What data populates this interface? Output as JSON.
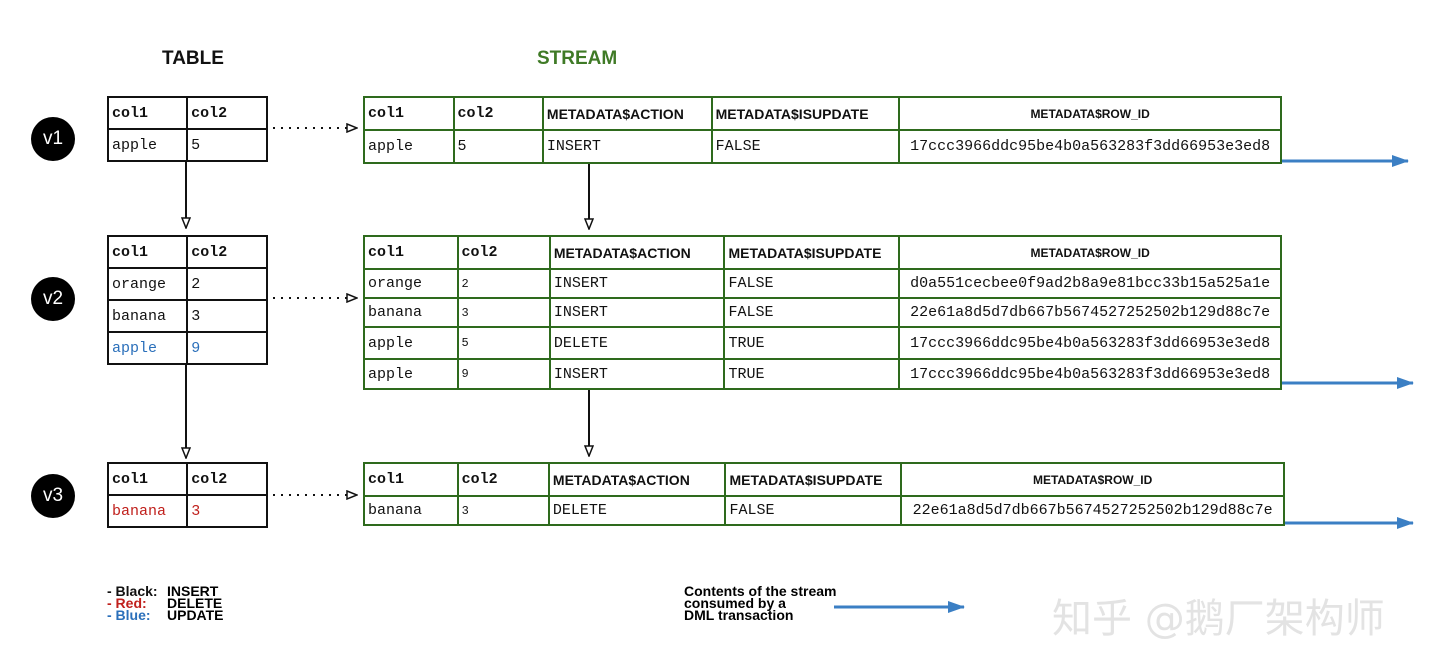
{
  "headings": {
    "table": "TABLE",
    "stream": "STREAM"
  },
  "versions": [
    "v1",
    "v2",
    "v3"
  ],
  "table_headers": [
    "col1",
    "col2"
  ],
  "stream_headers": [
    "col1",
    "col2",
    "METADATA$ACTION",
    "METADATA$ISUPDATE",
    "METADATA$ROW_ID"
  ],
  "v1": {
    "table_rows": [
      {
        "col1": "apple",
        "col2": "5",
        "color": "#111111"
      }
    ],
    "stream_rows": [
      {
        "col1": "apple",
        "col2": "5",
        "action": "INSERT",
        "isupdate": "FALSE",
        "row_id": "17ccc3966ddc95be4b0a563283f3dd66953e3ed8"
      }
    ]
  },
  "v2": {
    "table_rows": [
      {
        "col1": "orange",
        "col2": "2",
        "color": "#111111"
      },
      {
        "col1": "banana",
        "col2": "3",
        "color": "#111111"
      },
      {
        "col1": "apple",
        "col2": "9",
        "color": "#2a6fba"
      }
    ],
    "stream_rows": [
      {
        "col1": "orange",
        "col2": "2",
        "action": "INSERT",
        "isupdate": "FALSE",
        "row_id": "d0a551cecbee0f9ad2b8a9e81bcc33b15a525a1e"
      },
      {
        "col1": "banana",
        "col2": "3",
        "action": "INSERT",
        "isupdate": "FALSE",
        "row_id": "22e61a8d5d7db667b5674527252502b129d88c7e"
      },
      {
        "col1": "apple",
        "col2": "5",
        "action": "DELETE",
        "isupdate": "TRUE",
        "row_id": "17ccc3966ddc95be4b0a563283f3dd66953e3ed8"
      },
      {
        "col1": "apple",
        "col2": "9",
        "action": "INSERT",
        "isupdate": "TRUE",
        "row_id": "17ccc3966ddc95be4b0a563283f3dd66953e3ed8"
      }
    ]
  },
  "v3": {
    "table_rows": [
      {
        "col1": "banana",
        "col2": "3",
        "color": "#c0201c"
      }
    ],
    "stream_rows": [
      {
        "col1": "banana",
        "col2": "3",
        "action": "DELETE",
        "isupdate": "FALSE",
        "row_id": "22e61a8d5d7db667b5674527252502b129d88c7e"
      }
    ]
  },
  "legend": {
    "black_key": "- Black:",
    "black_val": "INSERT",
    "red_key": "- Red:",
    "red_val": "DELETE",
    "blue_key": "- Blue:",
    "blue_val": "UPDATE"
  },
  "consumed_note": [
    "Contents of the stream",
    "consumed by a",
    "DML transaction"
  ],
  "watermark": "知乎 @鹅厂架构师",
  "colors": {
    "stream_border": "#2e6a1d",
    "stream_heading": "#3f7a26",
    "arrow_blue": "#3b7fc4",
    "update_blue": "#2a6fba",
    "delete_red": "#c0201c"
  }
}
